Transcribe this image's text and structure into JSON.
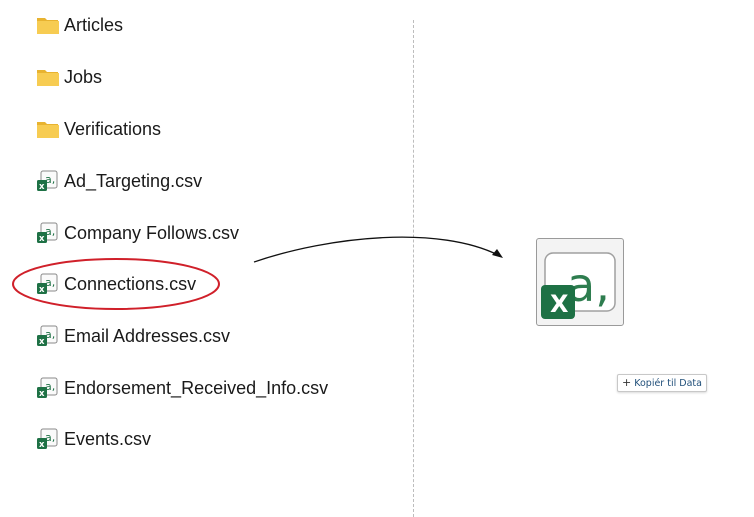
{
  "files": [
    {
      "name": "Articles",
      "type": "folder",
      "icon": "folder-icon"
    },
    {
      "name": "Jobs",
      "type": "folder",
      "icon": "folder-icon"
    },
    {
      "name": "Verifications",
      "type": "folder",
      "icon": "folder-icon"
    },
    {
      "name": "Ad_Targeting.csv",
      "type": "csv",
      "icon": "excel-csv-icon"
    },
    {
      "name": "Company Follows.csv",
      "type": "csv",
      "icon": "excel-csv-icon"
    },
    {
      "name": "Connections.csv",
      "type": "csv",
      "icon": "excel-csv-icon",
      "highlighted": true
    },
    {
      "name": "Email Addresses.csv",
      "type": "csv",
      "icon": "excel-csv-icon"
    },
    {
      "name": "Endorsement_Received_Info.csv",
      "type": "csv",
      "icon": "excel-csv-icon"
    },
    {
      "name": "Events.csv",
      "type": "csv",
      "icon": "excel-csv-icon"
    }
  ],
  "drop_target": {
    "icon": "excel-csv-large-icon",
    "copy_label": "Kopiér til Data",
    "copy_icon": "plus-icon"
  },
  "colors": {
    "folder": "#f4c542",
    "excel_green": "#1e7145",
    "highlight_ellipse": "#d0202a"
  }
}
